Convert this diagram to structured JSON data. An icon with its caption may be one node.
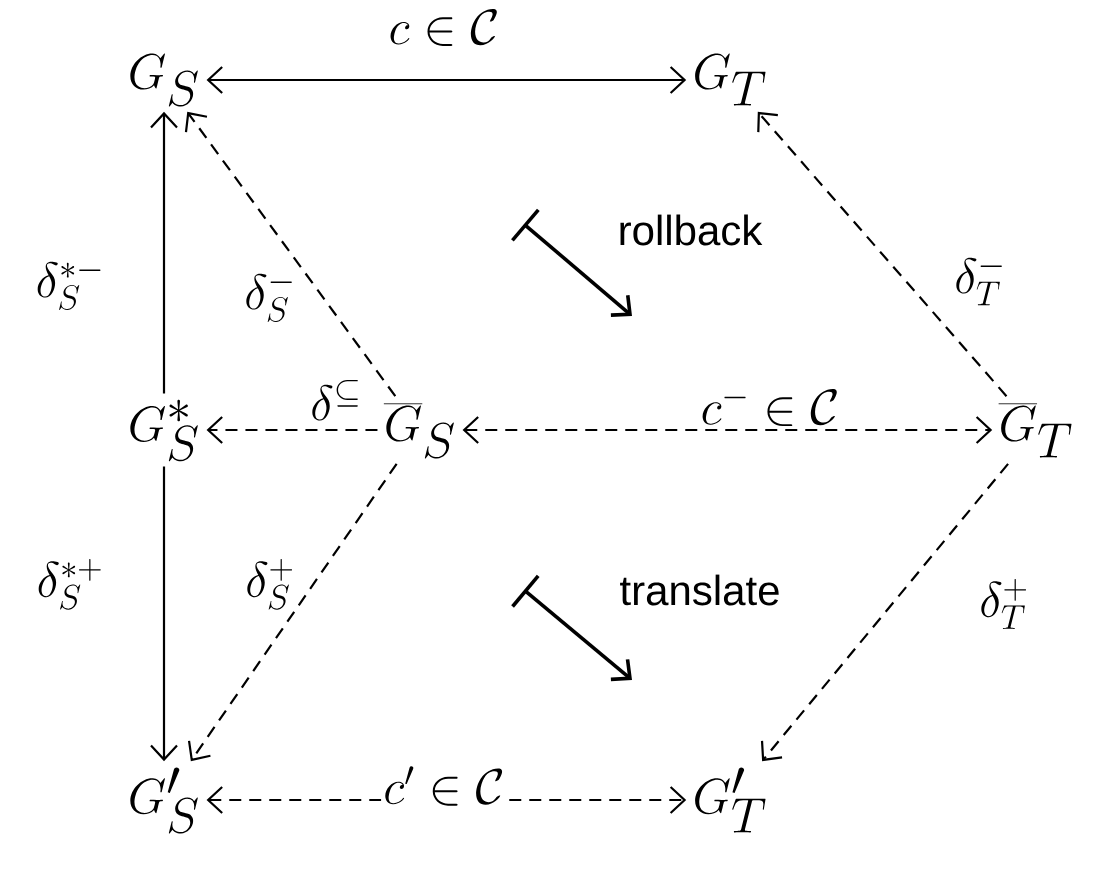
{
  "diagram": {
    "nodes": [
      {
        "text": [
          "G_S"
        ]
      },
      {
        "text": [
          "G_T"
        ]
      },
      {
        "text": [
          "G_S^*"
        ]
      },
      {
        "text": [
          "\\overline{G}_S"
        ]
      },
      {
        "text": [
          "\\overline{G}_T"
        ]
      },
      {
        "text": [
          "G'_S"
        ]
      },
      {
        "text": [
          "G'_T"
        ]
      }
    ],
    "edges": [
      {
        "from": 0,
        "to": 1,
        "arrow": "both",
        "label": "c \\in \\mathcal{C}"
      },
      {
        "from": 2,
        "to": 0,
        "arrow": "to",
        "label": "\\delta_S^{*-}"
      },
      {
        "from": 3,
        "to": 0,
        "arrow": "to",
        "style": "dashed",
        "label": "\\delta_S^-"
      },
      {
        "from": 4,
        "to": 1,
        "arrow": "to",
        "style": "dashed",
        "label": "\\delta_T^-"
      },
      {
        "from": 3,
        "to": 2,
        "arrow": "to",
        "style": "dashed",
        "label": "\\delta^{\\subseteq}"
      },
      {
        "from": 3,
        "to": 4,
        "arrow": "both",
        "style": "dashed",
        "label": "c^- \\in \\mathcal{C}"
      },
      {
        "from": 2,
        "to": 5,
        "arrow": "to",
        "label": "\\delta_S^{*+}"
      },
      {
        "from": 3,
        "to": 5,
        "arrow": "to",
        "style": "dashed",
        "label": "\\delta_S^+"
      },
      {
        "from": 4,
        "to": 6,
        "arrow": "to",
        "style": "dashed",
        "label": "\\delta_T^+"
      },
      {
        "from": 5,
        "to": 6,
        "arrow": "both",
        "style": "dashed",
        "label": "c' \\in \\mathcal{C}"
      }
    ],
    "labels": [
      "rollback",
      "translate"
    ]
  }
}
